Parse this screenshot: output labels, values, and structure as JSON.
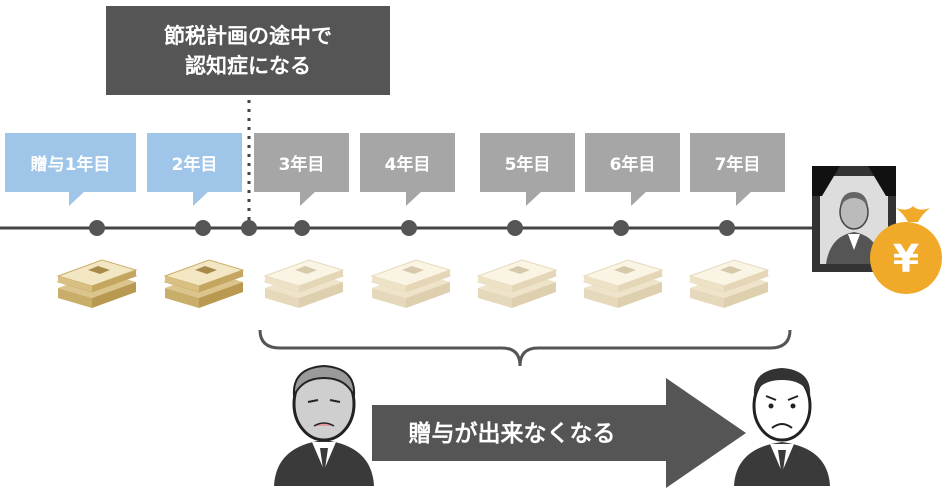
{
  "callout": {
    "line1": "節税計画の途中で",
    "line2": "認知症になる"
  },
  "years": [
    {
      "label": "贈与1年目",
      "state": "active"
    },
    {
      "label": "2年目",
      "state": "active"
    },
    {
      "label": "3年目",
      "state": "blocked"
    },
    {
      "label": "4年目",
      "state": "blocked"
    },
    {
      "label": "5年目",
      "state": "blocked"
    },
    {
      "label": "6年目",
      "state": "blocked"
    },
    {
      "label": "7年目",
      "state": "blocked"
    }
  ],
  "result_arrow": {
    "label": "贈与が出来なくなる"
  },
  "yen_badge": {
    "symbol": "¥"
  },
  "colors": {
    "active_label": "#9fc5e8",
    "blocked_label": "#a6a6a6",
    "callout_bg": "#555555",
    "arrow": "#555555",
    "timeline": "#444444",
    "coin": "#f0a928"
  },
  "icons": [
    "money-bundle-icon",
    "elderly-man-icon",
    "worried-man-icon",
    "memorial-portrait-icon",
    "yen-bag-icon"
  ]
}
